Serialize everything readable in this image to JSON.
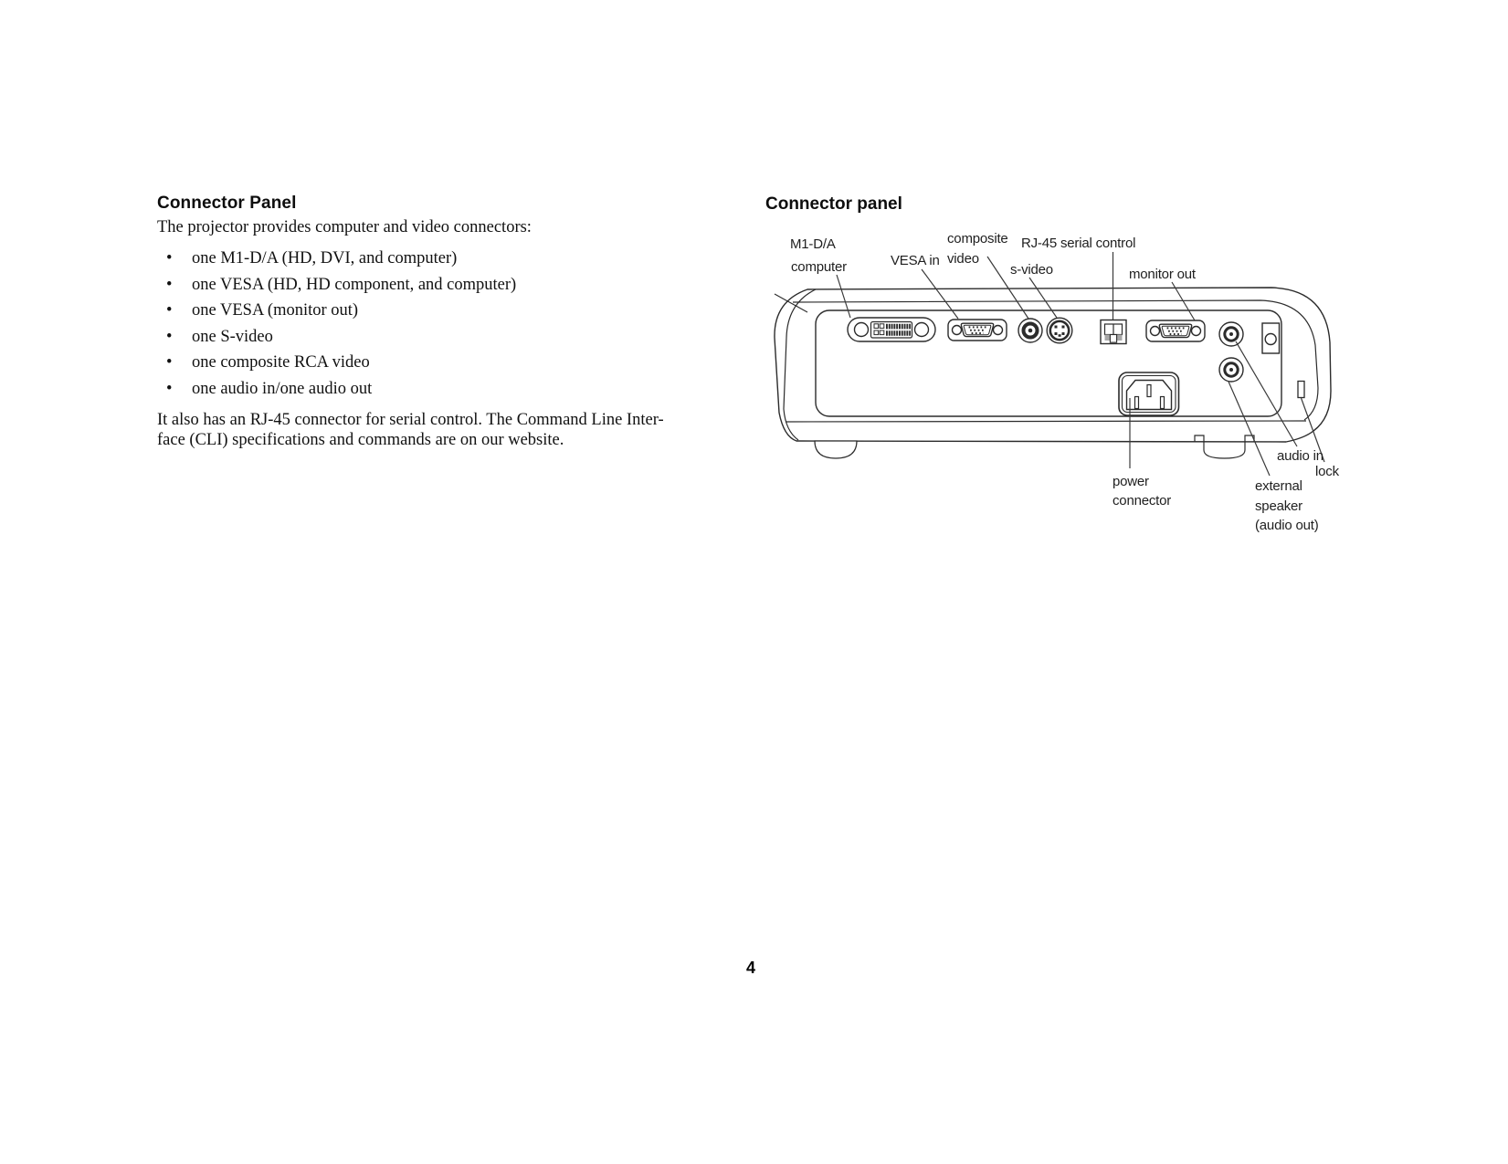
{
  "page": {
    "number": "4"
  },
  "left_column": {
    "heading": "Connector Panel",
    "intro": "The projector provides computer and video connectors:",
    "bullets": [
      "one M1-D/A (HD, DVI, and computer)",
      "one VESA (HD, HD component, and computer)",
      "one VESA (monitor out)",
      "one S-video",
      "one composite RCA video",
      "one audio in/one audio out"
    ],
    "paragraph_lines": [
      "It also has an RJ-45 connector for serial control. The Command Line Inter-",
      "face (CLI) specifications and commands are on our website."
    ]
  },
  "diagram": {
    "heading": "Connector panel",
    "labels": {
      "m1_line1": "M1-D/A",
      "m1_line2": "computer",
      "vesa_in": "VESA in",
      "composite_line1": "composite",
      "composite_line2": "video",
      "rj45": "RJ-45 serial control",
      "svideo": "s-video",
      "monitor_out": "monitor out",
      "power_line1": "power",
      "power_line2": "connector",
      "audio_in": "audio in",
      "lock": "lock",
      "external_line1": "external",
      "external_line2": "speaker",
      "external_line3": "(audio out)"
    }
  },
  "colors": {
    "ink": "#1a1a1a",
    "line": "#2b2b2b",
    "gray_fill": "#a8a8a8"
  }
}
